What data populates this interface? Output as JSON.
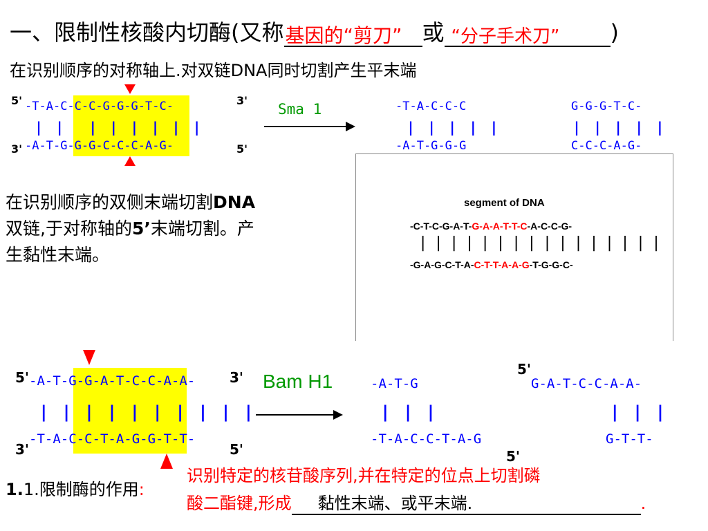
{
  "title": {
    "prefix": "一、限制性核酸内切酶(又称",
    "blank1": "基因的“剪刀”",
    "middle": "或",
    "blank2": "“分子手术刀”",
    "suffix": ")"
  },
  "blunt_desc": "在识别顺序的对称轴上.对双链DNA同时切割产生平末端",
  "sma": {
    "enzyme": "Sma 1",
    "top_label5": "5'",
    "top_label3": "3'",
    "bot_label3": "3'",
    "bot_label5": "5'",
    "top_left_flank": "-T-A-",
    "top_site": "C-C-C-G-G-G",
    "top_right_flank": "-T-C-",
    "bot_left_flank": "-A-T-",
    "bot_site": "G-G-G-C-C-C",
    "bot_right_flank": "-A-G-",
    "bars_left": "| |",
    "bars_site": "| | | | | |",
    "prod1_top": "-T-A-C-C-C",
    "prod1_bars": "| | | | |",
    "prod1_bot": "-A-T-G-G-G",
    "prod2_top": "G-G-G-T-C-",
    "prod2_bars": "| | | | |",
    "prod2_bot": "C-C-C-A-G-"
  },
  "sticky_desc": {
    "line1_a": "在识别顺序的双侧末端切割",
    "line1_b": "DNA",
    "line2_a": "双链,于对称轴的",
    "line2_b": "5’",
    "line2_c": "末端切割。产",
    "line3": "生黏性末端。"
  },
  "segment": {
    "title": "segment of DNA",
    "top_left": "-C-T-C-G-A-T-",
    "top_site": "G-A-A-T-T-C",
    "top_right": "-A-C-C-G-",
    "bars": "| | | | | | | | | | | | | | | |",
    "bot_left": "-G-A-G-C-T-A-",
    "bot_site": "C-T-T-A-A-G",
    "bot_right": "-T-G-G-C-"
  },
  "bam": {
    "enzyme": "Bam H1",
    "top_label5": "5'",
    "top_label3": "3'",
    "bot_label3": "3'",
    "bot_label5": "5'",
    "top_left_flank": "-A-T-",
    "top_site": "G-G-A-T-C-C",
    "top_right_flank": "-A-A-",
    "bot_left_flank": "-T-A-",
    "bot_site": "C-C-T-A-G-G",
    "bot_right_flank": "-T-T-",
    "bars": "| | | | | | | | | |",
    "prod1_top": "-A-T-G",
    "prod1_bars": "| | |",
    "prod1_bot": "-T-A-C-C-T-A-G",
    "prod1_label5": "5'",
    "prod2_label5": "5'",
    "prod2_top": "G-A-T-C-C-A-A-",
    "prod2_bars": "| | |",
    "prod2_bot": "G-T-T-"
  },
  "function": {
    "label": "1.限制酶的作用",
    "colon": ":",
    "line1": "识别特定的核苷酸序列,并在特定的位点上切割磷",
    "line2_a": "酸二酯键,形成",
    "line2_blank": "黏性末端、或平末端.",
    "line2_end": "."
  },
  "colors": {
    "accent_red": "#ff0000",
    "dna_blue": "#0000ff",
    "site_yellow": "#ffff00",
    "enzyme_green": "#009900"
  }
}
